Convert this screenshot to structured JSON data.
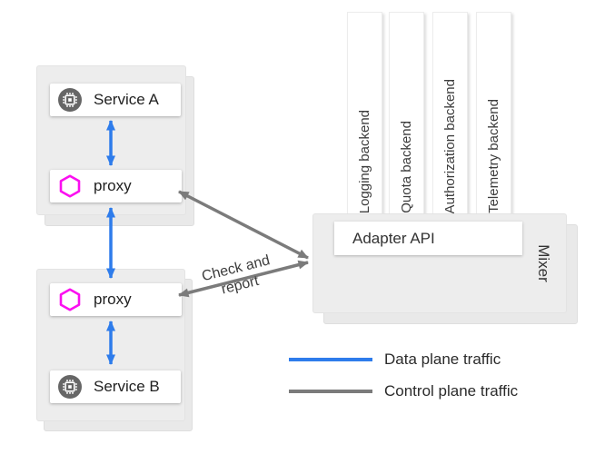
{
  "colors": {
    "data_plane": "#2e7ceb",
    "control_plane": "#7b7b7b",
    "hexagon": "#fb0ff0",
    "service_icon_bg": "#666666"
  },
  "nodes": {
    "service_a": "Service A",
    "service_b": "Service B",
    "proxy_a": "proxy",
    "proxy_b": "proxy"
  },
  "backends": [
    "Logging backend",
    "Quota backend",
    "Authorization backend",
    "Telemetry backend"
  ],
  "mixer": {
    "label": "Mixer",
    "adapter_api": "Adapter API"
  },
  "annotations": {
    "check_line1": "Check and",
    "check_line2": "report"
  },
  "legend": {
    "items": [
      {
        "label": "Data plane traffic"
      },
      {
        "label": "Control plane traffic"
      }
    ]
  }
}
